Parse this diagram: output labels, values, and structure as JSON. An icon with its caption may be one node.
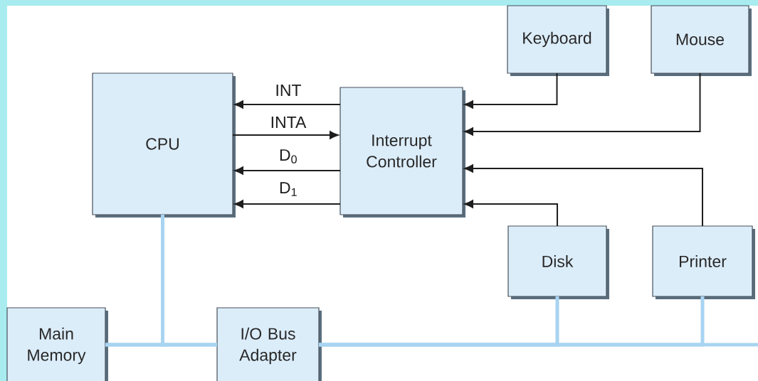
{
  "diagram": {
    "nodes": [
      {
        "text": [
          "Keyboard"
        ]
      },
      {
        "text": [
          "Mouse"
        ]
      },
      {
        "text": [
          "CPU"
        ]
      },
      {
        "text": [
          "Interrupt Controller"
        ]
      },
      {
        "text": [
          "Disk"
        ]
      },
      {
        "text": [
          "Printer"
        ]
      },
      {
        "text": [
          "Main Memory"
        ]
      },
      {
        "text": [
          "I/O Bus Adapter"
        ]
      }
    ],
    "edges": [
      {
        "from": 3,
        "to": 2,
        "arrow": "to",
        "label": "INT"
      },
      {
        "from": 2,
        "to": 3,
        "arrow": "to",
        "label": "INTA"
      },
      {
        "from": 3,
        "to": 2,
        "arrow": "to",
        "label": "D$_{0}$"
      },
      {
        "from": 3,
        "to": 2,
        "arrow": "to",
        "label": "D$_{1}$"
      },
      {
        "from": 0,
        "to": 3,
        "arrow": "to"
      },
      {
        "from": 1,
        "to": 3,
        "arrow": "to"
      },
      {
        "from": 5,
        "to": 3,
        "arrow": "to"
      },
      {
        "from": 4,
        "to": 3,
        "arrow": "to"
      },
      {
        "from": 2,
        "to": 6,
        "arrow": "none",
        "style": "thick",
        "color": "#a8d4f2"
      },
      {
        "from": 2,
        "to": 7,
        "arrow": "none",
        "style": "thick",
        "color": "#a8d4f2"
      },
      {
        "from": 6,
        "to": 7,
        "arrow": "none",
        "style": "thick",
        "color": "#a8d4f2"
      },
      {
        "from": 7,
        "to": 4,
        "arrow": "none",
        "style": "thick",
        "color": "#a8d4f2"
      },
      {
        "from": 7,
        "to": 5,
        "arrow": "none",
        "style": "thick",
        "color": "#a8d4f2"
      },
      {
        "from": 7,
        "to": null,
        "arrow": "none",
        "style": "thick",
        "color": "#a8d4f2"
      }
    ]
  }
}
